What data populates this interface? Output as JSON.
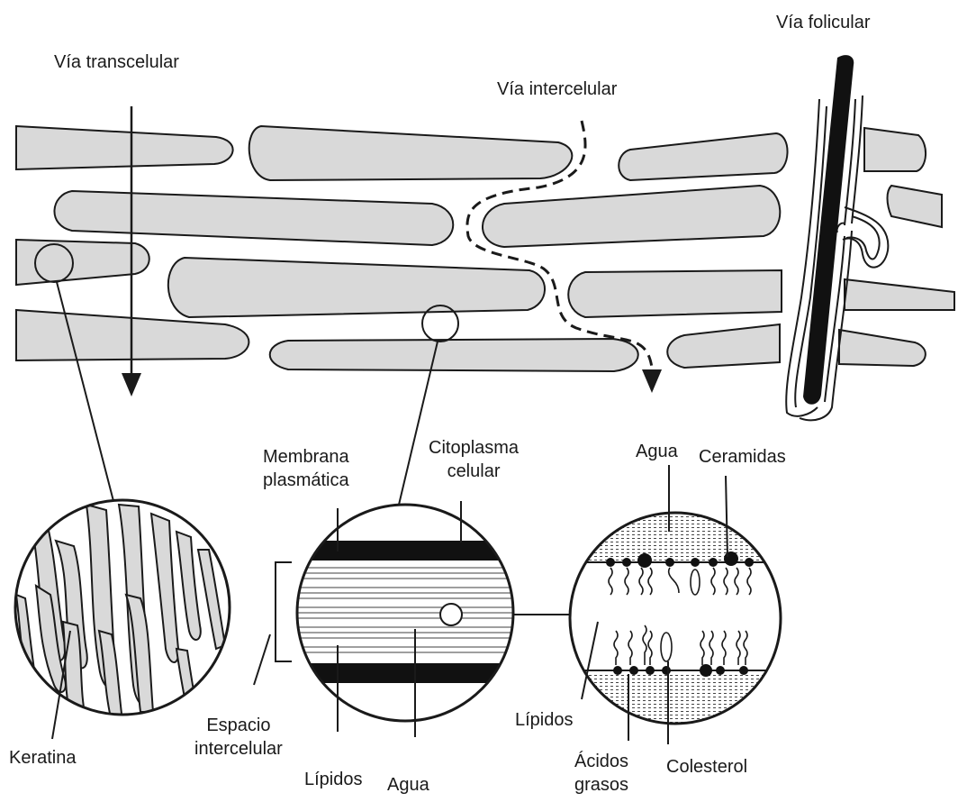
{
  "routes": {
    "transcellular": "Vía transcelular",
    "intercellular": "Vía intercelular",
    "follicular": "Vía folicular"
  },
  "detail_left": {
    "keratin": "Keratina"
  },
  "detail_middle": {
    "membrane_line1": "Membrana",
    "membrane_line2": "plasmática",
    "cytoplasm_line1": "Citoplasma",
    "cytoplasm_line2": "celular",
    "space_line1": "Espacio",
    "space_line2": "intercelular",
    "lipids": "Lípidos",
    "water": "Agua"
  },
  "detail_right": {
    "water": "Agua",
    "ceramides": "Ceramidas",
    "lipids": "Lípidos",
    "fatty_acids_line1": "Ácidos",
    "fatty_acids_line2": "grasos",
    "cholesterol": "Colesterol"
  },
  "colors": {
    "cell_fill": "#d9d9d9",
    "outline": "#1a1a1a",
    "background": "#ffffff"
  }
}
